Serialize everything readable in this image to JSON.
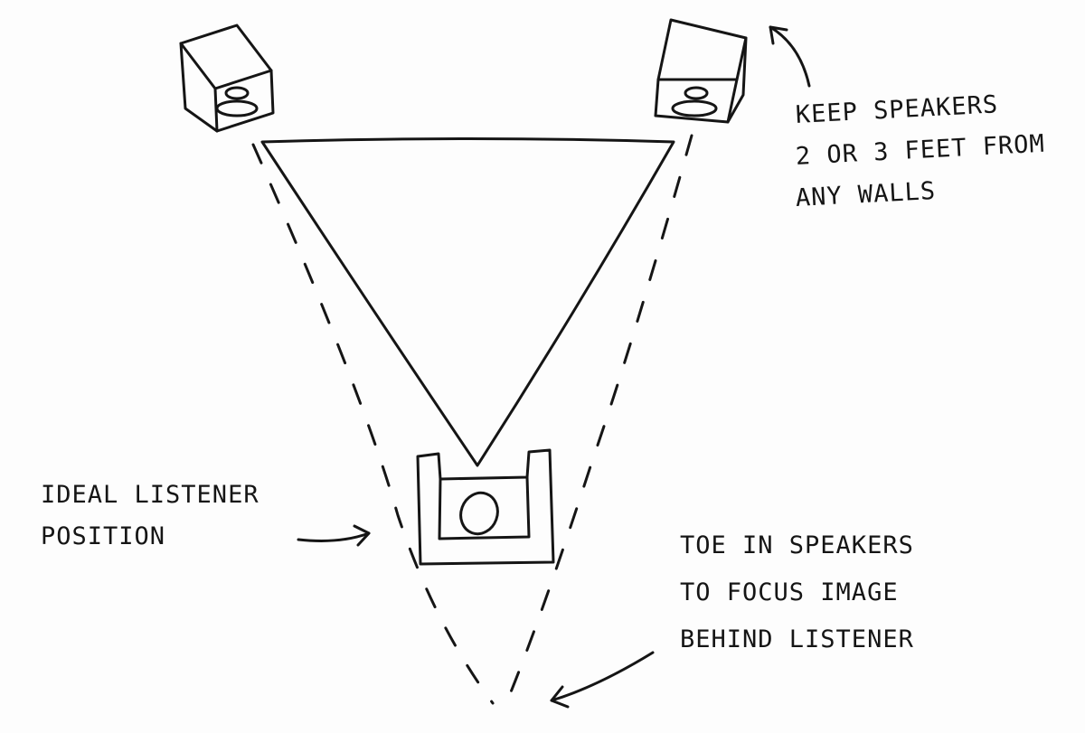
{
  "notes": {
    "walls": [
      "Keep speakers",
      "2 or 3 feet from",
      "any walls"
    ],
    "listener": [
      "Ideal listener",
      "position"
    ],
    "toe_in": [
      "Toe in speakers",
      "to focus image",
      "behind listener"
    ]
  }
}
